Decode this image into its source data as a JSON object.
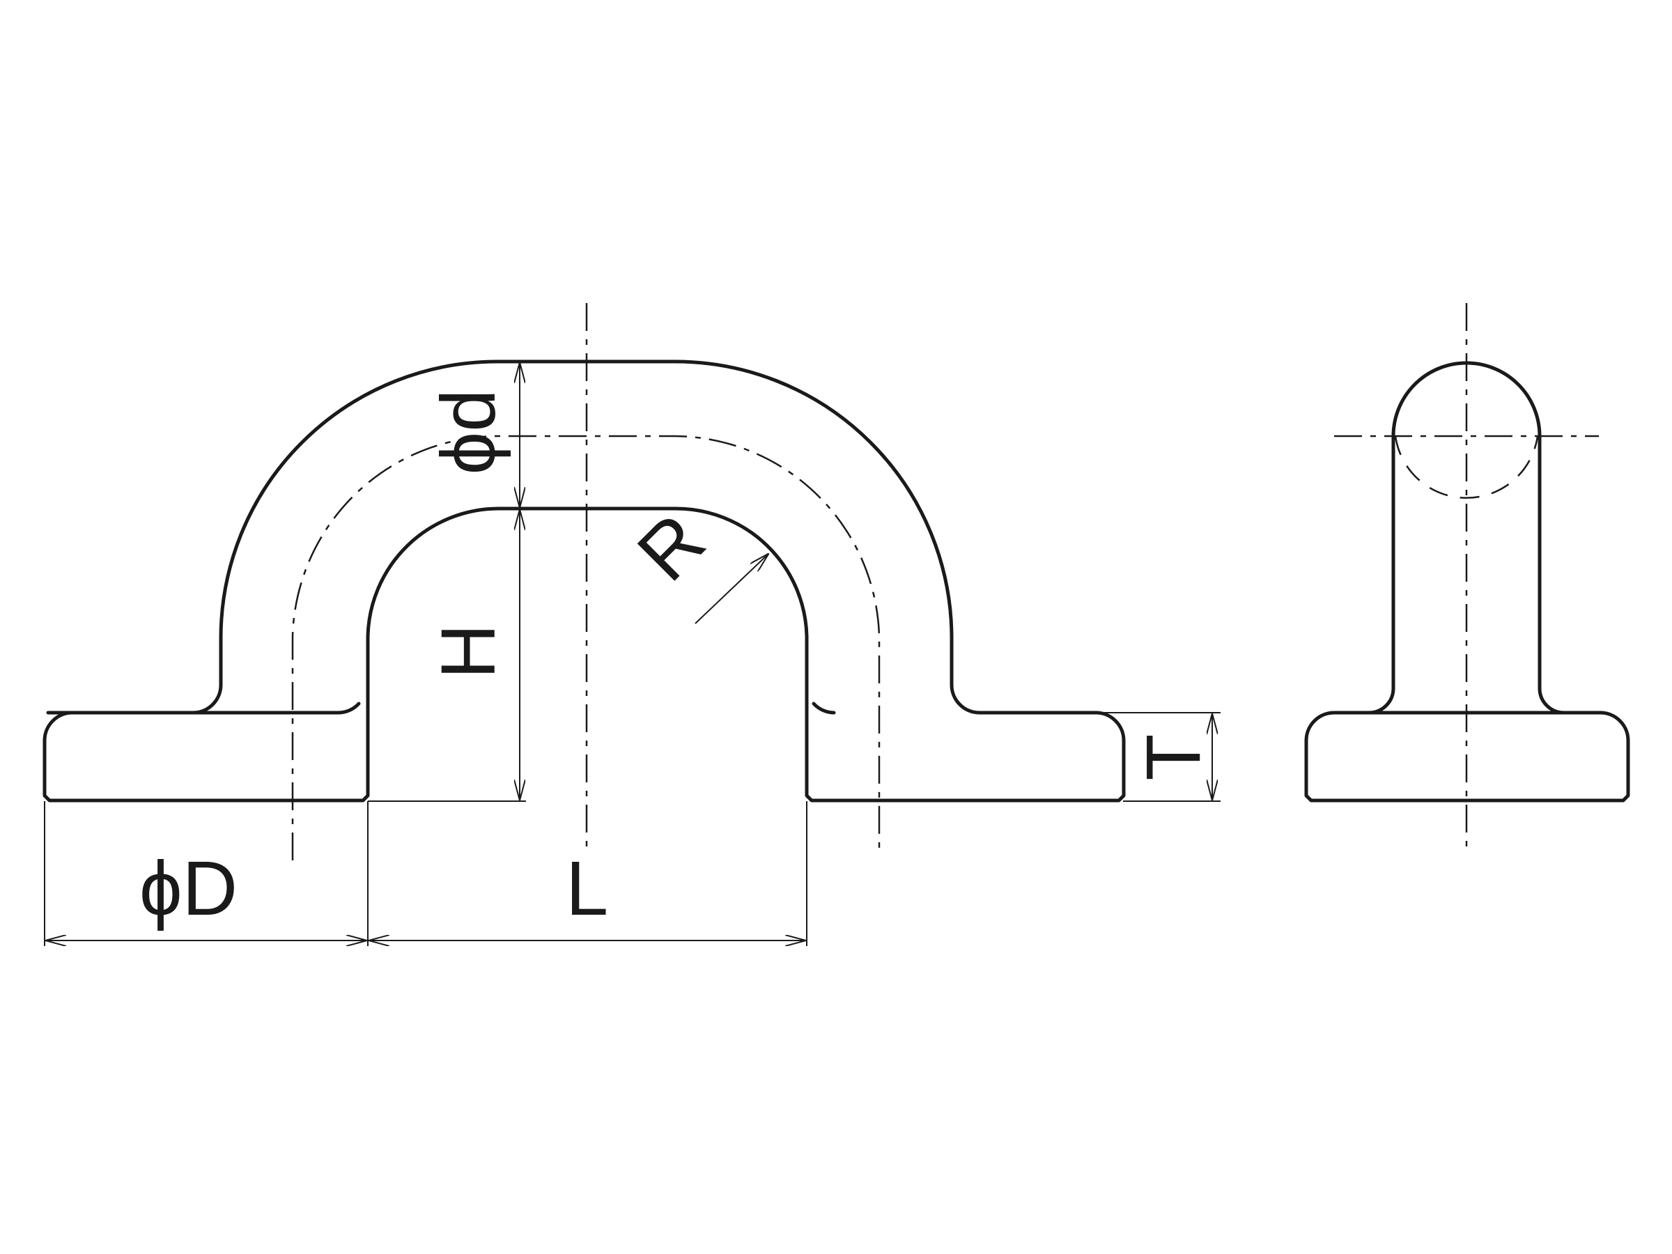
{
  "drawing": {
    "labels": {
      "outer_diameter": "ϕD",
      "length": "L",
      "height": "H",
      "rod_diameter": "ϕd",
      "radius": "R",
      "thickness": "T"
    },
    "colors": {
      "ink": "#1a1a1a",
      "background": "#ffffff"
    }
  }
}
